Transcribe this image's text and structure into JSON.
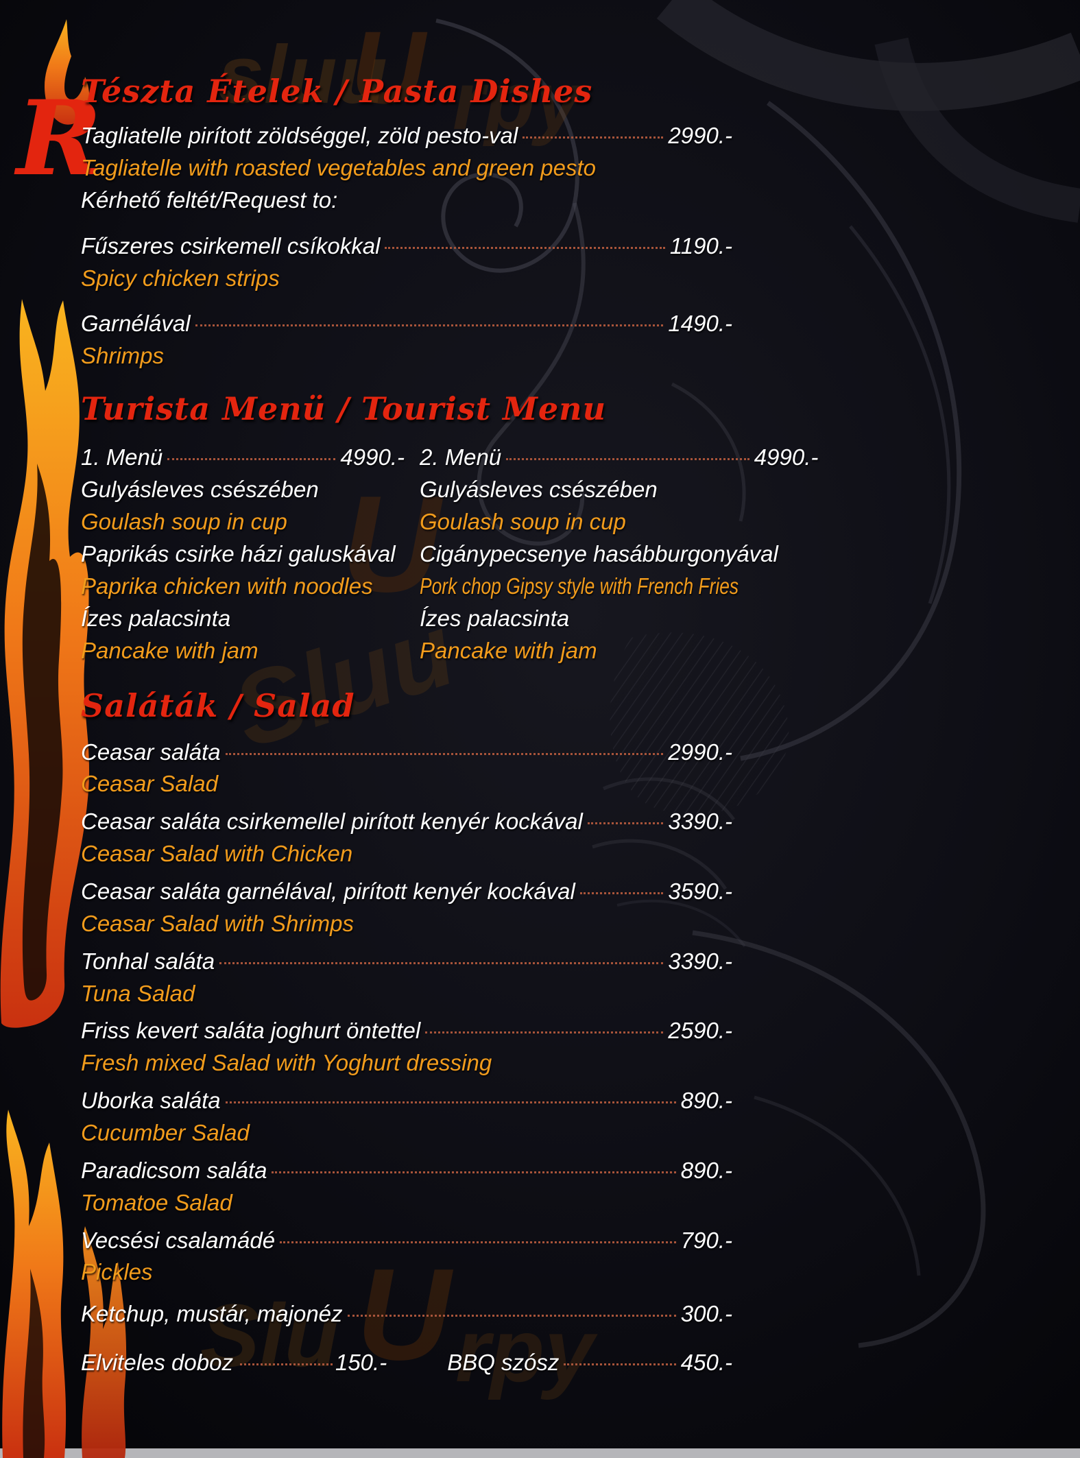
{
  "decor": {
    "initial": "R",
    "watermark": {
      "top_left": "sluu",
      "top_u": "U",
      "top_right": "rpy",
      "mid": "Sluu",
      "mid_u": "U",
      "bottom_left": "Slu",
      "bottom_u": "U",
      "bottom_right": "rpy"
    }
  },
  "colors": {
    "background": "#0e0e15",
    "heading_red": "#e3250f",
    "body_white": "#ffffff",
    "translation_orange": "#f29c1c",
    "leader_dots": "#a8543a",
    "flame_orange": "#f07918",
    "flame_red": "#c93110"
  },
  "sections": {
    "pasta": {
      "title": "Tészta Ételek / Pasta Dishes",
      "items": [
        {
          "name": "Tagliatelle pirított zöldséggel, zöld pesto-val",
          "price": "2990.-",
          "translation": "Tagliatelle with roasted vegetables and green pesto",
          "note": "Kérhető feltét/Request to:"
        },
        {
          "name": "Fűszeres csirkemell csíkokkal",
          "price": "1190.-",
          "translation": "Spicy chicken strips"
        },
        {
          "name": "Garnélával",
          "price": "1490.-",
          "translation": "Shrimps"
        }
      ]
    },
    "tourist": {
      "title": "Turista Menü / Tourist Menu",
      "menus": [
        {
          "name": "1. Menü",
          "price": "4990.-",
          "courses": [
            {
              "hu": "Gulyásleves csészében",
              "en": "Goulash soup in cup"
            },
            {
              "hu": "Paprikás csirke házi galuskával",
              "en": "Paprika chicken with noodles"
            },
            {
              "hu": "Ízes palacsinta",
              "en": "Pancake with jam"
            }
          ]
        },
        {
          "name": "2. Menü",
          "price": "4990.-",
          "courses": [
            {
              "hu": "Gulyásleves csészében",
              "en": "Goulash soup in cup"
            },
            {
              "hu": "Cigánypecsenye hasábburgonyával",
              "en": "Pork chop Gipsy style with French Fries"
            },
            {
              "hu": "Ízes palacsinta",
              "en": "Pancake with jam"
            }
          ]
        }
      ]
    },
    "salad": {
      "title": "Saláták / Salad",
      "items": [
        {
          "name": "Ceasar saláta",
          "price": "2990.-",
          "translation": "Ceasar Salad"
        },
        {
          "name": "Ceasar saláta csirkemellel pirított kenyér kockával",
          "price": "3390.-",
          "translation": "Ceasar Salad with Chicken"
        },
        {
          "name": "Ceasar saláta garnélával, pirított kenyér kockával",
          "price": "3590.-",
          "translation": "Ceasar Salad with Shrimps"
        },
        {
          "name": "Tonhal saláta",
          "price": "3390.-",
          "translation": "Tuna Salad"
        },
        {
          "name": "Friss kevert saláta joghurt öntettel",
          "price": "2590.-",
          "translation": "Fresh mixed Salad with Yoghurt dressing"
        },
        {
          "name": "Uborka saláta",
          "price": "890.-",
          "translation": "Cucumber Salad"
        },
        {
          "name": "Paradicsom saláta",
          "price": "890.-",
          "translation": "Tomatoe Salad"
        },
        {
          "name": "Vecsési csalamádé",
          "price": "790.-",
          "translation": "Pickles"
        }
      ]
    }
  },
  "extras": {
    "condiments": {
      "name": "Ketchup, mustár, majonéz",
      "price": "300.-"
    },
    "takeaway_box": {
      "name": "Elviteles doboz",
      "price": "150.-"
    },
    "bbq_sauce": {
      "name": "BBQ szósz",
      "price": "450.-"
    }
  }
}
